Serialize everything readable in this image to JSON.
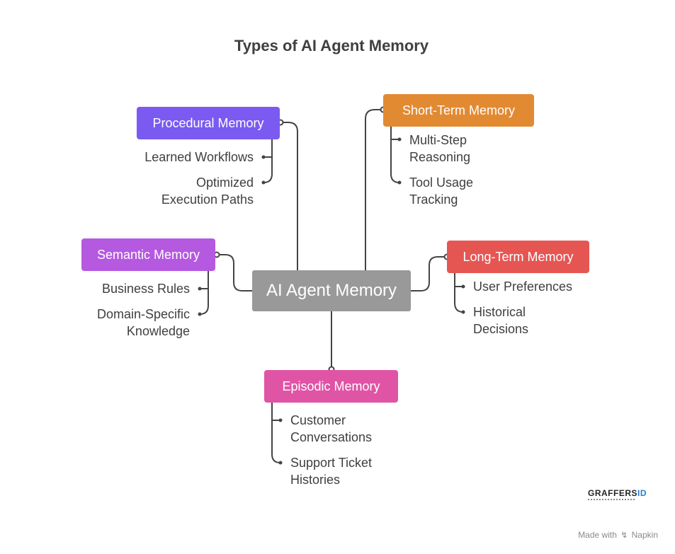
{
  "title": "Types of AI Agent Memory",
  "center": {
    "label": "AI Agent Memory",
    "color": "#999999"
  },
  "branches": [
    {
      "id": "procedural",
      "label": "Procedural Memory",
      "color": "#7a5af0",
      "items": [
        "Learned Workflows",
        "Optimized\nExecution Paths"
      ]
    },
    {
      "id": "short-term",
      "label": "Short-Term Memory",
      "color": "#e28a32",
      "items": [
        "Multi-Step\nReasoning",
        "Tool Usage\nTracking"
      ]
    },
    {
      "id": "semantic",
      "label": "Semantic Memory",
      "color": "#b559e0",
      "items": [
        "Business Rules",
        "Domain-Specific\nKnowledge"
      ]
    },
    {
      "id": "long-term",
      "label": "Long-Term Memory",
      "color": "#e55653",
      "items": [
        "User Preferences",
        "Historical\nDecisions"
      ]
    },
    {
      "id": "episodic",
      "label": "Episodic Memory",
      "color": "#e054a5",
      "items": [
        "Customer\nConversations",
        "Support Ticket\nHistories"
      ]
    }
  ],
  "logo": {
    "text_main": "GRAFFERS",
    "text_id": "ID"
  },
  "footer": {
    "made_with": "Made with",
    "brand": "Napkin"
  }
}
